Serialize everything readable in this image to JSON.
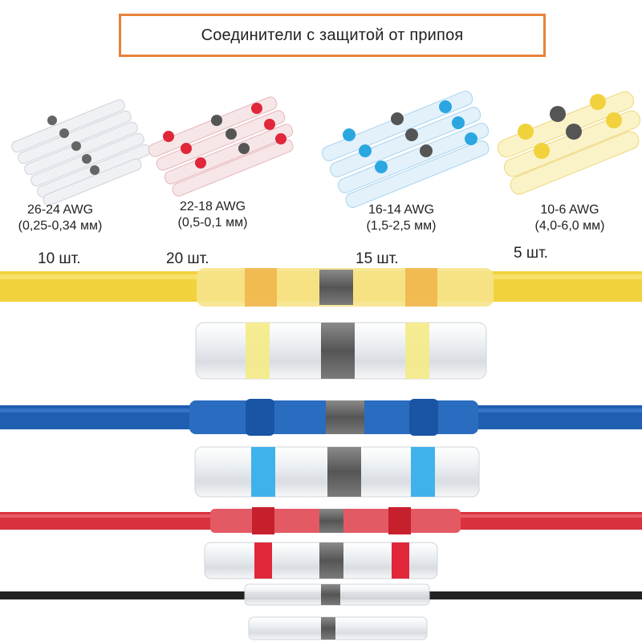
{
  "title": "Соединители с защитой от припоя",
  "packs": [
    {
      "awg": "26-24 AWG",
      "mm": "(0,25-0,34 мм)",
      "count": "10 шт.",
      "color": "#d8d8d8"
    },
    {
      "awg": "22-18 AWG",
      "mm": "(0,5-0,1 мм)",
      "count": "20 шт.",
      "color": "#e0283a"
    },
    {
      "awg": "16-14 AWG",
      "mm": "(1,5-2,5 мм)",
      "count": "15 шт.",
      "color": "#2aa7e0"
    },
    {
      "awg": "10-6 AWG",
      "mm": "(4,0-6,0 мм)",
      "count": "5 шт.",
      "color": "#f2d23c"
    }
  ],
  "colors": {
    "title_border": "#e8823a",
    "solder_band": "#5f5f5f",
    "sleeve": "#eef1f4",
    "wire_yellow": "#f2d23c",
    "wire_blue": "#1f5eb0",
    "wire_red": "#d9323e",
    "wire_black": "#222222"
  }
}
